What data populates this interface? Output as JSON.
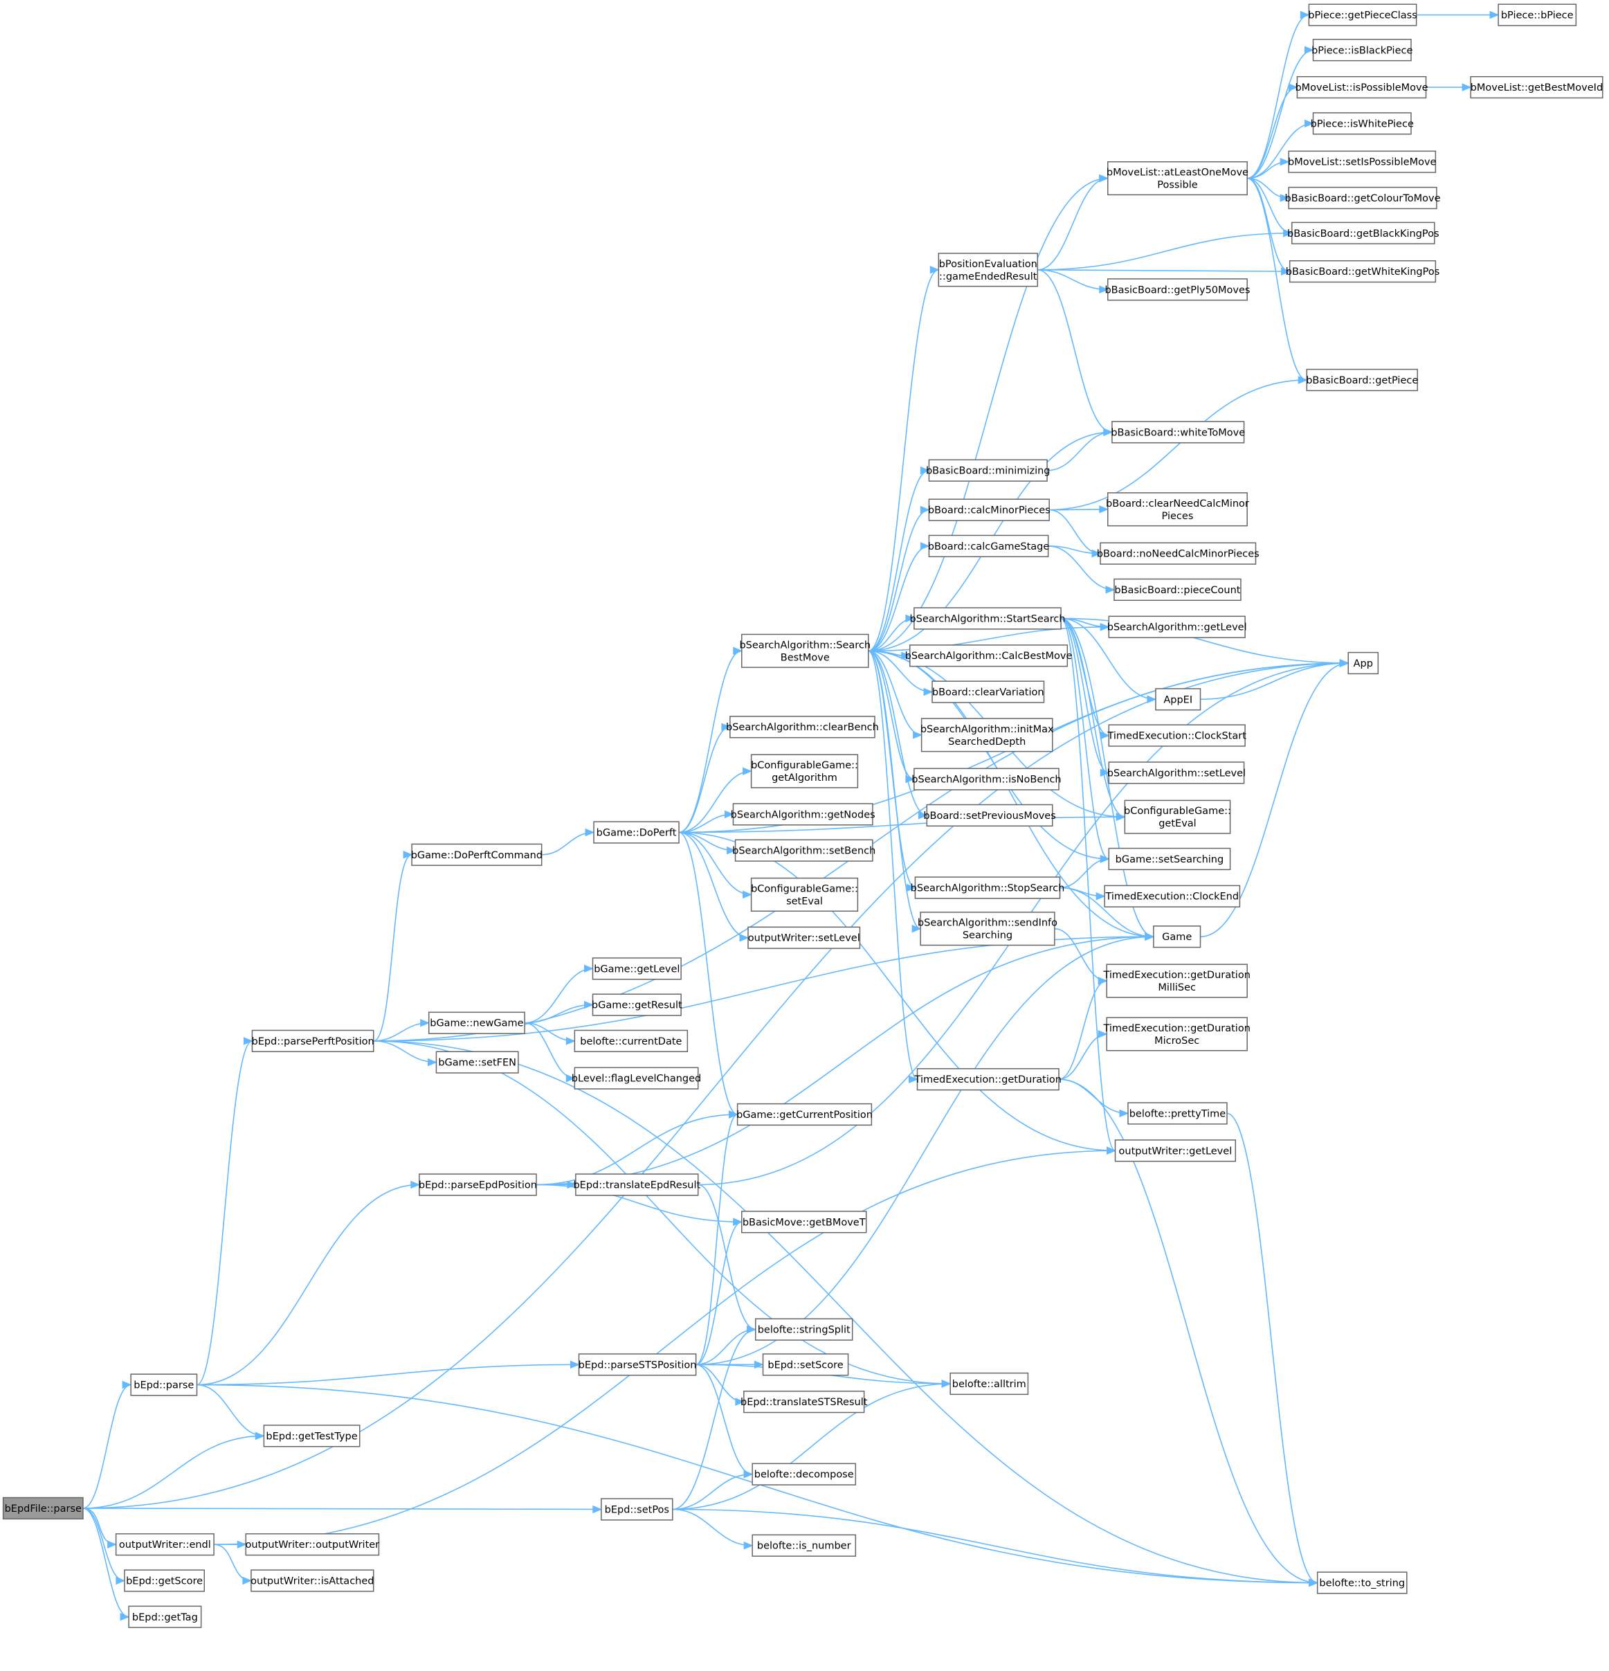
{
  "colors": {
    "edge": "#63b8ff",
    "node_border": "#666666",
    "node_fill": "#ffffff",
    "root_fill": "#999999"
  },
  "nodes": [
    {
      "id": "n0",
      "lines": [
        "bEpdFile::parse"
      ],
      "root": true
    },
    {
      "id": "n1",
      "lines": [
        "bEpd::parse"
      ]
    },
    {
      "id": "n2",
      "lines": [
        "bEpd::getTestType"
      ]
    },
    {
      "id": "n3",
      "lines": [
        "outputWriter::endl"
      ]
    },
    {
      "id": "n4",
      "lines": [
        "bEpd::getScore"
      ]
    },
    {
      "id": "n5",
      "lines": [
        "bEpd::getTag"
      ]
    },
    {
      "id": "n6",
      "lines": [
        "bEpd::parsePerftPosition"
      ]
    },
    {
      "id": "n7",
      "lines": [
        "bEpd::parseEpdPosition"
      ]
    },
    {
      "id": "n8",
      "lines": [
        "outputWriter::outputWriter"
      ]
    },
    {
      "id": "n9",
      "lines": [
        "outputWriter::isAttached"
      ]
    },
    {
      "id": "n10",
      "lines": [
        "bGame::DoPerftCommand"
      ]
    },
    {
      "id": "n11",
      "lines": [
        "bGame::newGame"
      ]
    },
    {
      "id": "n12",
      "lines": [
        "bGame::setFEN"
      ]
    },
    {
      "id": "n13",
      "lines": [
        "bGame::getLevel"
      ]
    },
    {
      "id": "n14",
      "lines": [
        "bGame::getResult"
      ]
    },
    {
      "id": "n15",
      "lines": [
        "belofte::currentDate"
      ]
    },
    {
      "id": "n16",
      "lines": [
        "bLevel::flagLevelChanged"
      ]
    },
    {
      "id": "n17",
      "lines": [
        "bEpd::translateEpdResult"
      ]
    },
    {
      "id": "n18",
      "lines": [
        "bEpd::parseSTSPosition"
      ]
    },
    {
      "id": "n19",
      "lines": [
        "bEpd::setPos"
      ]
    },
    {
      "id": "n20",
      "lines": [
        "bGame::DoPerft"
      ]
    },
    {
      "id": "n21",
      "lines": [
        "bSearchAlgorithm::Search",
        "BestMove"
      ]
    },
    {
      "id": "n22",
      "lines": [
        "bSearchAlgorithm::clearBench"
      ]
    },
    {
      "id": "n23",
      "lines": [
        "bConfigurableGame::",
        "getAlgorithm"
      ]
    },
    {
      "id": "n24",
      "lines": [
        "bSearchAlgorithm::getNodes"
      ]
    },
    {
      "id": "n25",
      "lines": [
        "bSearchAlgorithm::setBench"
      ]
    },
    {
      "id": "n26",
      "lines": [
        "bConfigurableGame::",
        "setEval"
      ]
    },
    {
      "id": "n27",
      "lines": [
        "outputWriter::setLevel"
      ]
    },
    {
      "id": "n28",
      "lines": [
        "bGame::getCurrentPosition"
      ]
    },
    {
      "id": "n29",
      "lines": [
        "bBasicMove::getBMoveT"
      ]
    },
    {
      "id": "n30",
      "lines": [
        "belofte::stringSplit"
      ]
    },
    {
      "id": "n31",
      "lines": [
        "bEpd::setScore"
      ]
    },
    {
      "id": "n32",
      "lines": [
        "bEpd::translateSTSResult"
      ]
    },
    {
      "id": "n33",
      "lines": [
        "belofte::decompose"
      ]
    },
    {
      "id": "n34",
      "lines": [
        "belofte::is_number"
      ]
    },
    {
      "id": "n35",
      "lines": [
        "bPositionEvaluation",
        "::gameEndedResult"
      ]
    },
    {
      "id": "n36",
      "lines": [
        "bBasicBoard::minimizing"
      ]
    },
    {
      "id": "n37",
      "lines": [
        "bBoard::calcMinorPieces"
      ]
    },
    {
      "id": "n38",
      "lines": [
        "bBoard::calcGameStage"
      ]
    },
    {
      "id": "n39",
      "lines": [
        "bSearchAlgorithm::StartSearch"
      ]
    },
    {
      "id": "n40",
      "lines": [
        "bSearchAlgorithm::CalcBestMove"
      ]
    },
    {
      "id": "n41",
      "lines": [
        "bBoard::clearVariation"
      ]
    },
    {
      "id": "n42",
      "lines": [
        "bSearchAlgorithm::initMax",
        "SearchedDepth"
      ]
    },
    {
      "id": "n43",
      "lines": [
        "bSearchAlgorithm::isNoBench"
      ]
    },
    {
      "id": "n44",
      "lines": [
        "bBoard::setPreviousMoves"
      ]
    },
    {
      "id": "n45",
      "lines": [
        "bSearchAlgorithm::StopSearch"
      ]
    },
    {
      "id": "n46",
      "lines": [
        "bSearchAlgorithm::sendInfo",
        "Searching"
      ]
    },
    {
      "id": "n47",
      "lines": [
        "TimedExecution::getDuration"
      ]
    },
    {
      "id": "n48",
      "lines": [
        "bMoveList::atLeastOneMove",
        "Possible"
      ]
    },
    {
      "id": "n49",
      "lines": [
        "bBasicBoard::getPly50Moves"
      ]
    },
    {
      "id": "n50",
      "lines": [
        "bBasicBoard::whiteToMove"
      ]
    },
    {
      "id": "n51",
      "lines": [
        "bBoard::clearNeedCalcMinor",
        "Pieces"
      ]
    },
    {
      "id": "n52",
      "lines": [
        "bBoard::noNeedCalcMinorPieces"
      ]
    },
    {
      "id": "n53",
      "lines": [
        "bBasicBoard::pieceCount"
      ]
    },
    {
      "id": "n54",
      "lines": [
        "bSearchAlgorithm::getLevel"
      ]
    },
    {
      "id": "n55",
      "lines": [
        "AppEI"
      ]
    },
    {
      "id": "n56",
      "lines": [
        "TimedExecution::ClockStart"
      ]
    },
    {
      "id": "n57",
      "lines": [
        "bSearchAlgorithm::setLevel"
      ]
    },
    {
      "id": "n58",
      "lines": [
        "bConfigurableGame::",
        "getEval"
      ]
    },
    {
      "id": "n59",
      "lines": [
        "bGame::setSearching"
      ]
    },
    {
      "id": "n60",
      "lines": [
        "TimedExecution::ClockEnd"
      ]
    },
    {
      "id": "n61",
      "lines": [
        "Game"
      ]
    },
    {
      "id": "n62",
      "lines": [
        "TimedExecution::getDuration",
        "MilliSec"
      ]
    },
    {
      "id": "n63",
      "lines": [
        "TimedExecution::getDuration",
        "MicroSec"
      ]
    },
    {
      "id": "n64",
      "lines": [
        "belofte::prettyTime"
      ]
    },
    {
      "id": "n65",
      "lines": [
        "outputWriter::getLevel"
      ]
    },
    {
      "id": "n66",
      "lines": [
        "belofte::alltrim"
      ]
    },
    {
      "id": "n67",
      "lines": [
        "belofte::to_string"
      ]
    },
    {
      "id": "n68",
      "lines": [
        "bPiece::getPieceClass"
      ]
    },
    {
      "id": "n69",
      "lines": [
        "bPiece::isBlackPiece"
      ]
    },
    {
      "id": "n70",
      "lines": [
        "bMoveList::isPossibleMove"
      ]
    },
    {
      "id": "n71",
      "lines": [
        "bPiece::isWhitePiece"
      ]
    },
    {
      "id": "n72",
      "lines": [
        "bMoveList::setIsPossibleMove"
      ]
    },
    {
      "id": "n73",
      "lines": [
        "bBasicBoard::getColourToMove"
      ]
    },
    {
      "id": "n74",
      "lines": [
        "bBasicBoard::getBlackKingPos"
      ]
    },
    {
      "id": "n75",
      "lines": [
        "bBasicBoard::getWhiteKingPos"
      ]
    },
    {
      "id": "n76",
      "lines": [
        "bBasicBoard::getPiece"
      ]
    },
    {
      "id": "n77",
      "lines": [
        "App"
      ]
    },
    {
      "id": "n78",
      "lines": [
        "bPiece::bPiece"
      ]
    },
    {
      "id": "n79",
      "lines": [
        "bMoveList::getBestMoveId"
      ]
    }
  ],
  "edges": [
    [
      "n0",
      "n1"
    ],
    [
      "n0",
      "n2"
    ],
    [
      "n0",
      "n3"
    ],
    [
      "n0",
      "n4"
    ],
    [
      "n0",
      "n5"
    ],
    [
      "n0",
      "n19"
    ],
    [
      "n0",
      "n77"
    ],
    [
      "n1",
      "n6"
    ],
    [
      "n1",
      "n7"
    ],
    [
      "n1",
      "n18"
    ],
    [
      "n1",
      "n2"
    ],
    [
      "n1",
      "n67"
    ],
    [
      "n3",
      "n8"
    ],
    [
      "n3",
      "n9"
    ],
    [
      "n3",
      "n65"
    ],
    [
      "n6",
      "n10"
    ],
    [
      "n6",
      "n11"
    ],
    [
      "n6",
      "n12"
    ],
    [
      "n6",
      "n61"
    ],
    [
      "n6",
      "n66"
    ],
    [
      "n6",
      "n67"
    ],
    [
      "n6",
      "n77"
    ],
    [
      "n7",
      "n17"
    ],
    [
      "n7",
      "n28"
    ],
    [
      "n7",
      "n29"
    ],
    [
      "n7",
      "n61"
    ],
    [
      "n10",
      "n20"
    ],
    [
      "n11",
      "n13"
    ],
    [
      "n11",
      "n14"
    ],
    [
      "n11",
      "n15"
    ],
    [
      "n11",
      "n16"
    ],
    [
      "n17",
      "n30"
    ],
    [
      "n17",
      "n77"
    ],
    [
      "n18",
      "n28"
    ],
    [
      "n18",
      "n29"
    ],
    [
      "n18",
      "n30"
    ],
    [
      "n18",
      "n31"
    ],
    [
      "n18",
      "n32"
    ],
    [
      "n18",
      "n33"
    ],
    [
      "n18",
      "n66"
    ],
    [
      "n18",
      "n61"
    ],
    [
      "n19",
      "n30"
    ],
    [
      "n19",
      "n33"
    ],
    [
      "n19",
      "n34"
    ],
    [
      "n19",
      "n66"
    ],
    [
      "n19",
      "n67"
    ],
    [
      "n20",
      "n21"
    ],
    [
      "n20",
      "n22"
    ],
    [
      "n20",
      "n23"
    ],
    [
      "n20",
      "n24"
    ],
    [
      "n20",
      "n25"
    ],
    [
      "n20",
      "n26"
    ],
    [
      "n20",
      "n27"
    ],
    [
      "n20",
      "n28"
    ],
    [
      "n20",
      "n65"
    ],
    [
      "n20",
      "n58"
    ],
    [
      "n20",
      "n77"
    ],
    [
      "n21",
      "n35"
    ],
    [
      "n21",
      "n36"
    ],
    [
      "n21",
      "n37"
    ],
    [
      "n21",
      "n38"
    ],
    [
      "n21",
      "n39"
    ],
    [
      "n21",
      "n40"
    ],
    [
      "n21",
      "n41"
    ],
    [
      "n21",
      "n42"
    ],
    [
      "n21",
      "n43"
    ],
    [
      "n21",
      "n44"
    ],
    [
      "n21",
      "n45"
    ],
    [
      "n21",
      "n46"
    ],
    [
      "n21",
      "n47"
    ],
    [
      "n21",
      "n48"
    ],
    [
      "n21",
      "n50"
    ],
    [
      "n21",
      "n54"
    ],
    [
      "n21",
      "n58"
    ],
    [
      "n21",
      "n59"
    ],
    [
      "n21",
      "n61"
    ],
    [
      "n35",
      "n48"
    ],
    [
      "n35",
      "n49"
    ],
    [
      "n35",
      "n50"
    ],
    [
      "n35",
      "n74"
    ],
    [
      "n35",
      "n75"
    ],
    [
      "n36",
      "n50"
    ],
    [
      "n37",
      "n51"
    ],
    [
      "n37",
      "n52"
    ],
    [
      "n37",
      "n76"
    ],
    [
      "n38",
      "n52"
    ],
    [
      "n38",
      "n53"
    ],
    [
      "n39",
      "n54"
    ],
    [
      "n39",
      "n55"
    ],
    [
      "n39",
      "n56"
    ],
    [
      "n39",
      "n57"
    ],
    [
      "n39",
      "n58"
    ],
    [
      "n39",
      "n59"
    ],
    [
      "n39",
      "n61"
    ],
    [
      "n39",
      "n65"
    ],
    [
      "n39",
      "n77"
    ],
    [
      "n45",
      "n59"
    ],
    [
      "n45",
      "n60"
    ],
    [
      "n45",
      "n61"
    ],
    [
      "n46",
      "n62"
    ],
    [
      "n47",
      "n62"
    ],
    [
      "n47",
      "n63"
    ],
    [
      "n47",
      "n64"
    ],
    [
      "n47",
      "n67"
    ],
    [
      "n48",
      "n68"
    ],
    [
      "n48",
      "n69"
    ],
    [
      "n48",
      "n70"
    ],
    [
      "n48",
      "n71"
    ],
    [
      "n48",
      "n72"
    ],
    [
      "n48",
      "n73"
    ],
    [
      "n48",
      "n74"
    ],
    [
      "n48",
      "n75"
    ],
    [
      "n48",
      "n76"
    ],
    [
      "n55",
      "n77"
    ],
    [
      "n61",
      "n77"
    ],
    [
      "n64",
      "n67"
    ],
    [
      "n68",
      "n78"
    ],
    [
      "n70",
      "n79"
    ]
  ]
}
